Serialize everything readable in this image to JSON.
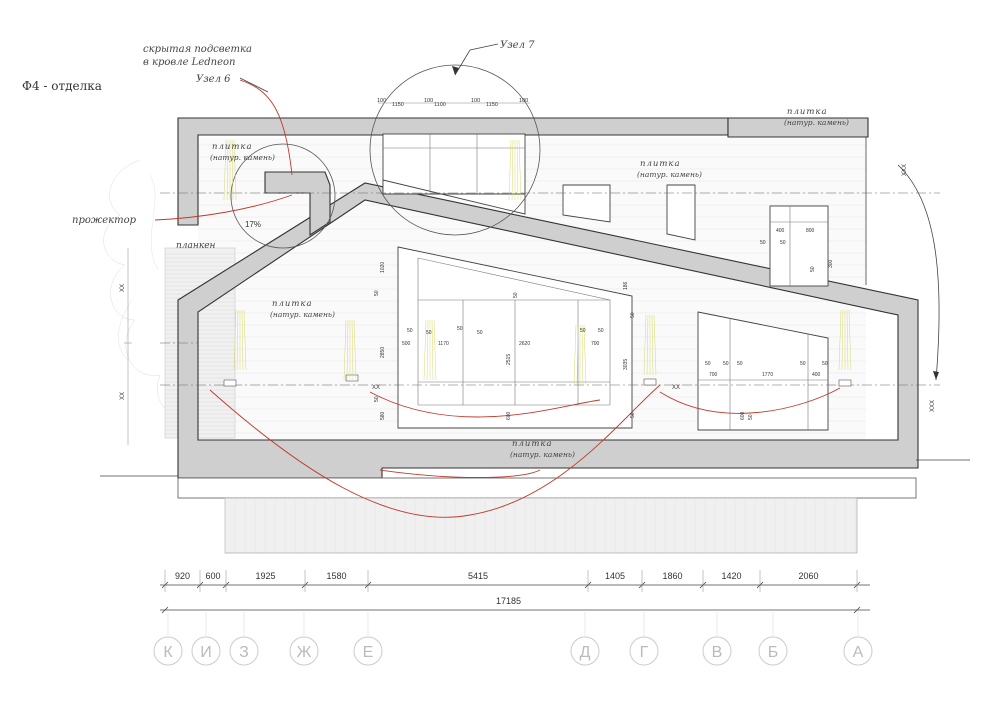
{
  "title": "Ф4 - отделка",
  "notes": {
    "hidden_light": [
      "скрытая подсветка",
      "в кровле Ledneon"
    ],
    "node6": "Узел 6",
    "node7": "Узел 7",
    "projector": "прожектор",
    "planken": "планкен",
    "slope": "17%"
  },
  "materials": {
    "tile": "плитка",
    "stone": "(натур. камень)"
  },
  "dims_top_window": [
    "100",
    "1150",
    "100",
    "1100",
    "100",
    "1150",
    "100"
  ],
  "dims_small_window": [
    "400",
    "800",
    "50",
    "50",
    "300",
    "50"
  ],
  "dims_main": [
    "1020",
    "50",
    "2850",
    "50",
    "50",
    "50",
    "50",
    "500",
    "1170",
    "2620",
    "700",
    "2515",
    "50",
    "50",
    "600",
    "580",
    "50",
    "186",
    "50",
    "3035",
    "50",
    "50"
  ],
  "dims_right_window": [
    "50",
    "50",
    "50",
    "50",
    "50",
    "700",
    "1770",
    "400",
    "600",
    "50"
  ],
  "level_marks": [
    "XX",
    "XX",
    "XX",
    "XX",
    "XXX",
    "XXX"
  ],
  "bottom_dims": [
    "920",
    "600",
    "1925",
    "1580",
    "5415",
    "1405",
    "1860",
    "1420",
    "2060"
  ],
  "total_dim": "17185",
  "axes": [
    "К",
    "И",
    "З",
    "Ж",
    "Е",
    "Д",
    "Г",
    "В",
    "Б",
    "А"
  ]
}
